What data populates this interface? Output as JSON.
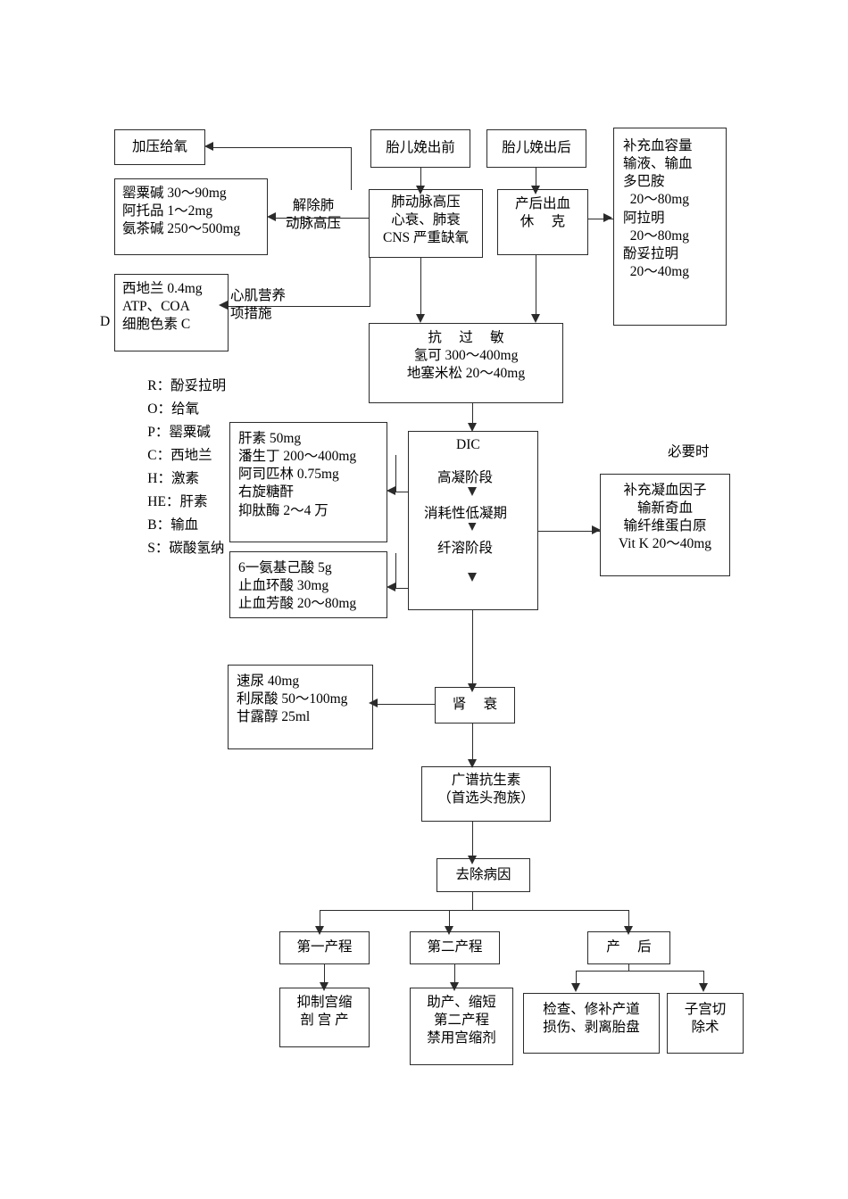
{
  "document": {
    "type": "medical-treatment-flowchart",
    "language": "zh-CN"
  },
  "boxes": {
    "pressurized_oxygen": "加压给氧",
    "fetus_before": "胎儿娩出前",
    "fetus_after": "胎儿娩出后",
    "blood_volume": "补充血容量\n输液、输血\n多巴胺\n  20〜80mg\n阿拉明\n  20〜80mg\n酚妥拉明\n  20〜40mg",
    "pulmonary_hypertension": "肺动脉高压\n心衰、肺衰\nCNS 严重缺氧",
    "postpartum_hemorrhage": "产后出血\n休     克",
    "papaverine_group": "罂粟碱 30〜90mg\n阿托品 1〜2mg\n氨茶碱 250〜500mg",
    "cedilanid_group": "西地兰 0.4mg\nATP、COA\n细胞色素 C",
    "antiallergy": "抗     过     敏\n氢可 300〜400mg\n地塞米松 20〜40mg",
    "dic_title": "DIC",
    "dic_stage1": "高凝阶段",
    "dic_stage2": "消耗性低凝期",
    "dic_stage3": "纤溶阶段",
    "heparin_group": "肝素 50mg\n潘生丁 200〜400mg\n阿司匹林 0.75mg\n右旋糖酐\n抑肽酶 2〜4 万",
    "antifibrinolytic_group": "6一氨基己酸 5g\n止血环酸 30mg\n止血芳酸 20〜80mg",
    "coagulation_factors": "补充凝血因子\n输新奇血\n输纤维蛋白原\nVit K 20〜40mg",
    "renal_failure": "肾     衰",
    "diuretics_group": "速尿 40mg\n利尿酸 50〜100mg\n甘露醇 25ml",
    "antibiotics": "广谱抗生素\n（首选头孢族）",
    "remove_cause": "去除病因",
    "stage_one": "第一产程",
    "stage_two": "第二产程",
    "postpartum": "产     后",
    "stage_one_action": "抑制宫缩\n剖 宫 产",
    "stage_two_action": "助产、缩短\n第二产程\n禁用宫缩剂",
    "postpartum_action_1": "检查、修补产道\n损伤、剥离胎盘",
    "postpartum_action_2": "子宫切\n除术"
  },
  "edge_labels": {
    "relieve_pulmonary": "解除肺\n动脉高压",
    "myocardial_nutrition": "心肌营养\n项措施",
    "if_necessary": "必要时",
    "stray_d": "D"
  },
  "legend": {
    "items": [
      {
        "key": "R",
        "value": "酚妥拉明"
      },
      {
        "key": "O",
        "value": "给氧"
      },
      {
        "key": "P",
        "value": "罂粟碱"
      },
      {
        "key": "C",
        "value": "西地兰"
      },
      {
        "key": "H",
        "value": "激素"
      },
      {
        "key": "HE",
        "value": "肝素"
      },
      {
        "key": "B",
        "value": "输血"
      },
      {
        "key": "S",
        "value": "碳酸氢纳"
      }
    ]
  },
  "colors": {
    "stroke": "#2b2b2b",
    "background": "#ffffff",
    "text": "#000000"
  }
}
